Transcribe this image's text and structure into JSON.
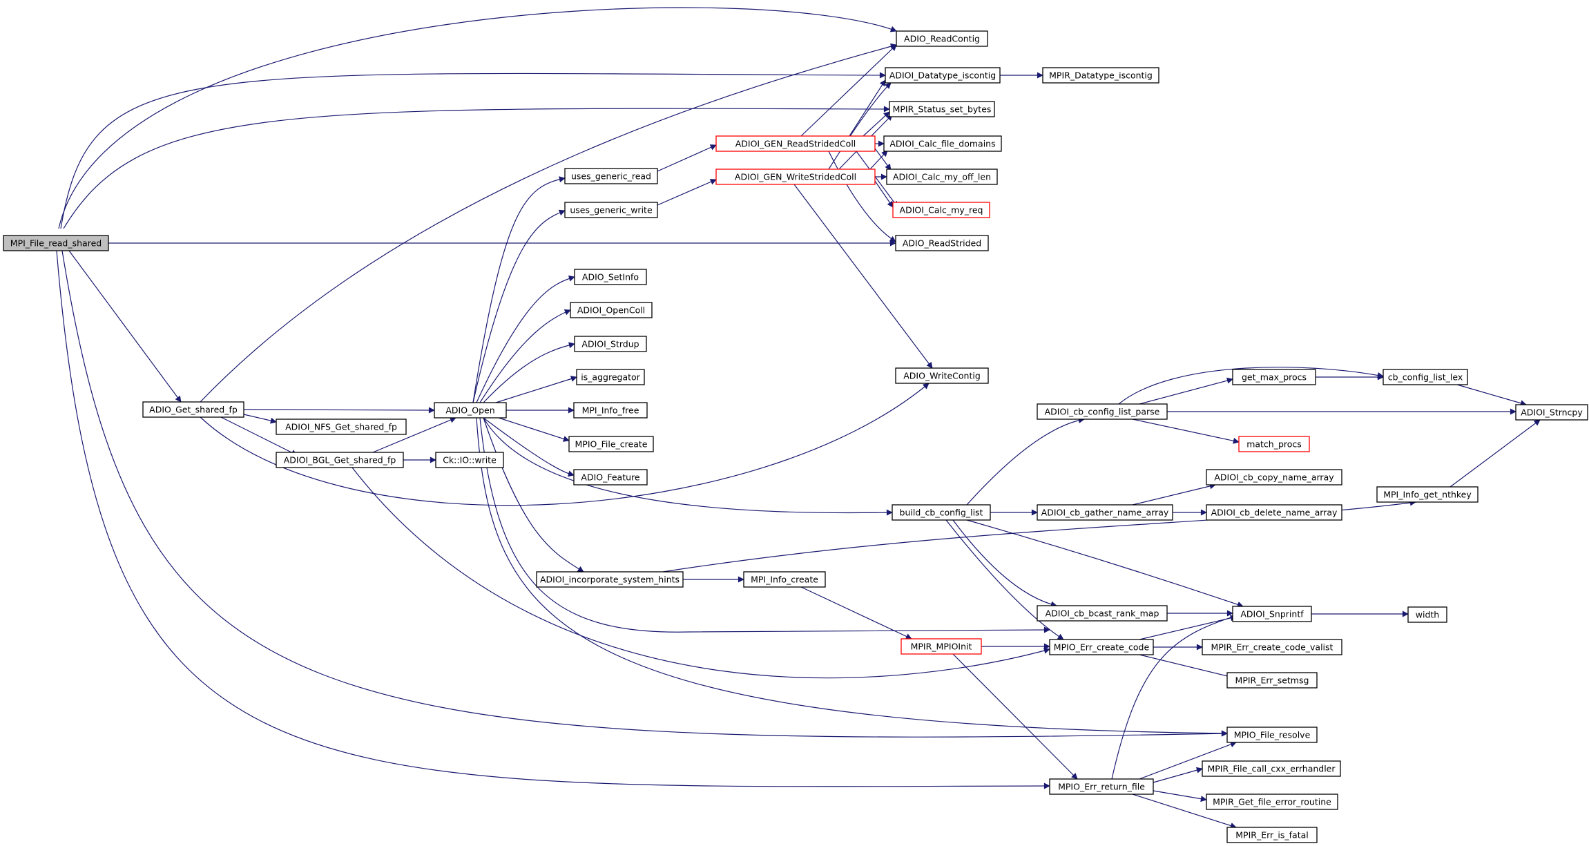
{
  "graph": {
    "nodes": {
      "root": {
        "label": "MPI_File_read_shared",
        "style": "root"
      },
      "readcontig": {
        "label": "ADIO_ReadContig",
        "style": "normal"
      },
      "isconfig": {
        "label": "ADIOI_Datatype_iscontig",
        "style": "normal"
      },
      "mpir_iscontig": {
        "label": "MPIR_Datatype_iscontig",
        "style": "normal"
      },
      "status": {
        "label": "MPIR_Status_set_bytes",
        "style": "normal"
      },
      "gen_read": {
        "label": "ADIOI_GEN_ReadStridedColl",
        "style": "red"
      },
      "calc_domains": {
        "label": "ADIOI_Calc_file_domains",
        "style": "normal"
      },
      "gen_write": {
        "label": "ADIOI_GEN_WriteStridedColl",
        "style": "red"
      },
      "calc_off": {
        "label": "ADIOI_Calc_my_off_len",
        "style": "normal"
      },
      "calc_req": {
        "label": "ADIOI_Calc_my_req",
        "style": "red"
      },
      "read_strided": {
        "label": "ADIO_ReadStrided",
        "style": "normal"
      },
      "ugr": {
        "label": "uses_generic_read",
        "style": "normal"
      },
      "ugw": {
        "label": "uses_generic_write",
        "style": "normal"
      },
      "setinfo": {
        "label": "ADIO_SetInfo",
        "style": "normal"
      },
      "opencoll": {
        "label": "ADIOI_OpenColl",
        "style": "normal"
      },
      "strdup": {
        "label": "ADIOI_Strdup",
        "style": "normal"
      },
      "is_agg": {
        "label": "is_aggregator",
        "style": "normal"
      },
      "info_free": {
        "label": "MPI_Info_free",
        "style": "normal"
      },
      "file_create": {
        "label": "MPIO_File_create",
        "style": "normal"
      },
      "feature": {
        "label": "ADIO_Feature",
        "style": "normal"
      },
      "writecontig": {
        "label": "ADIO_WriteContig",
        "style": "normal"
      },
      "get_shared": {
        "label": "ADIO_Get_shared_fp",
        "style": "normal"
      },
      "adio_open": {
        "label": "ADIO_Open",
        "style": "normal"
      },
      "nfs_get": {
        "label": "ADIOI_NFS_Get_shared_fp",
        "style": "normal"
      },
      "bgl_get": {
        "label": "ADIOI_BGL_Get_shared_fp",
        "style": "normal"
      },
      "ckio": {
        "label": "Ck::IO::write",
        "style": "normal"
      },
      "cb_parse": {
        "label": "ADIOI_cb_config_list_parse",
        "style": "normal"
      },
      "get_max": {
        "label": "get_max_procs",
        "style": "normal"
      },
      "cb_lex": {
        "label": "cb_config_list_lex",
        "style": "normal"
      },
      "strncpy": {
        "label": "ADIOI_Strncpy",
        "style": "normal"
      },
      "match": {
        "label": "match_procs",
        "style": "red"
      },
      "copy_name": {
        "label": "ADIOI_cb_copy_name_array",
        "style": "normal"
      },
      "build_cb": {
        "label": "build_cb_config_list",
        "style": "normal"
      },
      "gather": {
        "label": "ADIOI_cb_gather_name_array",
        "style": "normal"
      },
      "delete_name": {
        "label": "ADIOI_cb_delete_name_array",
        "style": "normal"
      },
      "nthkey": {
        "label": "MPI_Info_get_nthkey",
        "style": "normal"
      },
      "incorporate": {
        "label": "ADIOI_incorporate_system_hints",
        "style": "normal"
      },
      "info_create": {
        "label": "MPI_Info_create",
        "style": "normal"
      },
      "bcast": {
        "label": "ADIOI_cb_bcast_rank_map",
        "style": "normal"
      },
      "snprintf": {
        "label": "ADIOI_Snprintf",
        "style": "normal"
      },
      "width": {
        "label": "width",
        "style": "normal"
      },
      "mpioinit": {
        "label": "MPIR_MPIOInit",
        "style": "red"
      },
      "err_create": {
        "label": "MPIO_Err_create_code",
        "style": "normal"
      },
      "err_valist": {
        "label": "MPIR_Err_create_code_valist",
        "style": "normal"
      },
      "setmsg": {
        "label": "MPIR_Err_setmsg",
        "style": "normal"
      },
      "resolve": {
        "label": "MPIO_File_resolve",
        "style": "normal"
      },
      "err_return": {
        "label": "MPIO_Err_return_file",
        "style": "normal"
      },
      "cxx": {
        "label": "MPIR_File_call_cxx_errhandler",
        "style": "normal"
      },
      "get_err_routine": {
        "label": "MPIR_Get_file_error_routine",
        "style": "normal"
      },
      "is_fatal": {
        "label": "MPIR_Err_is_fatal",
        "style": "normal"
      }
    }
  },
  "colors": {
    "edge": "#191970",
    "node_border": "#000000",
    "node_border_truncated": "#ff0000",
    "root_fill": "#bfbfbf",
    "node_fill": "#ffffff"
  }
}
